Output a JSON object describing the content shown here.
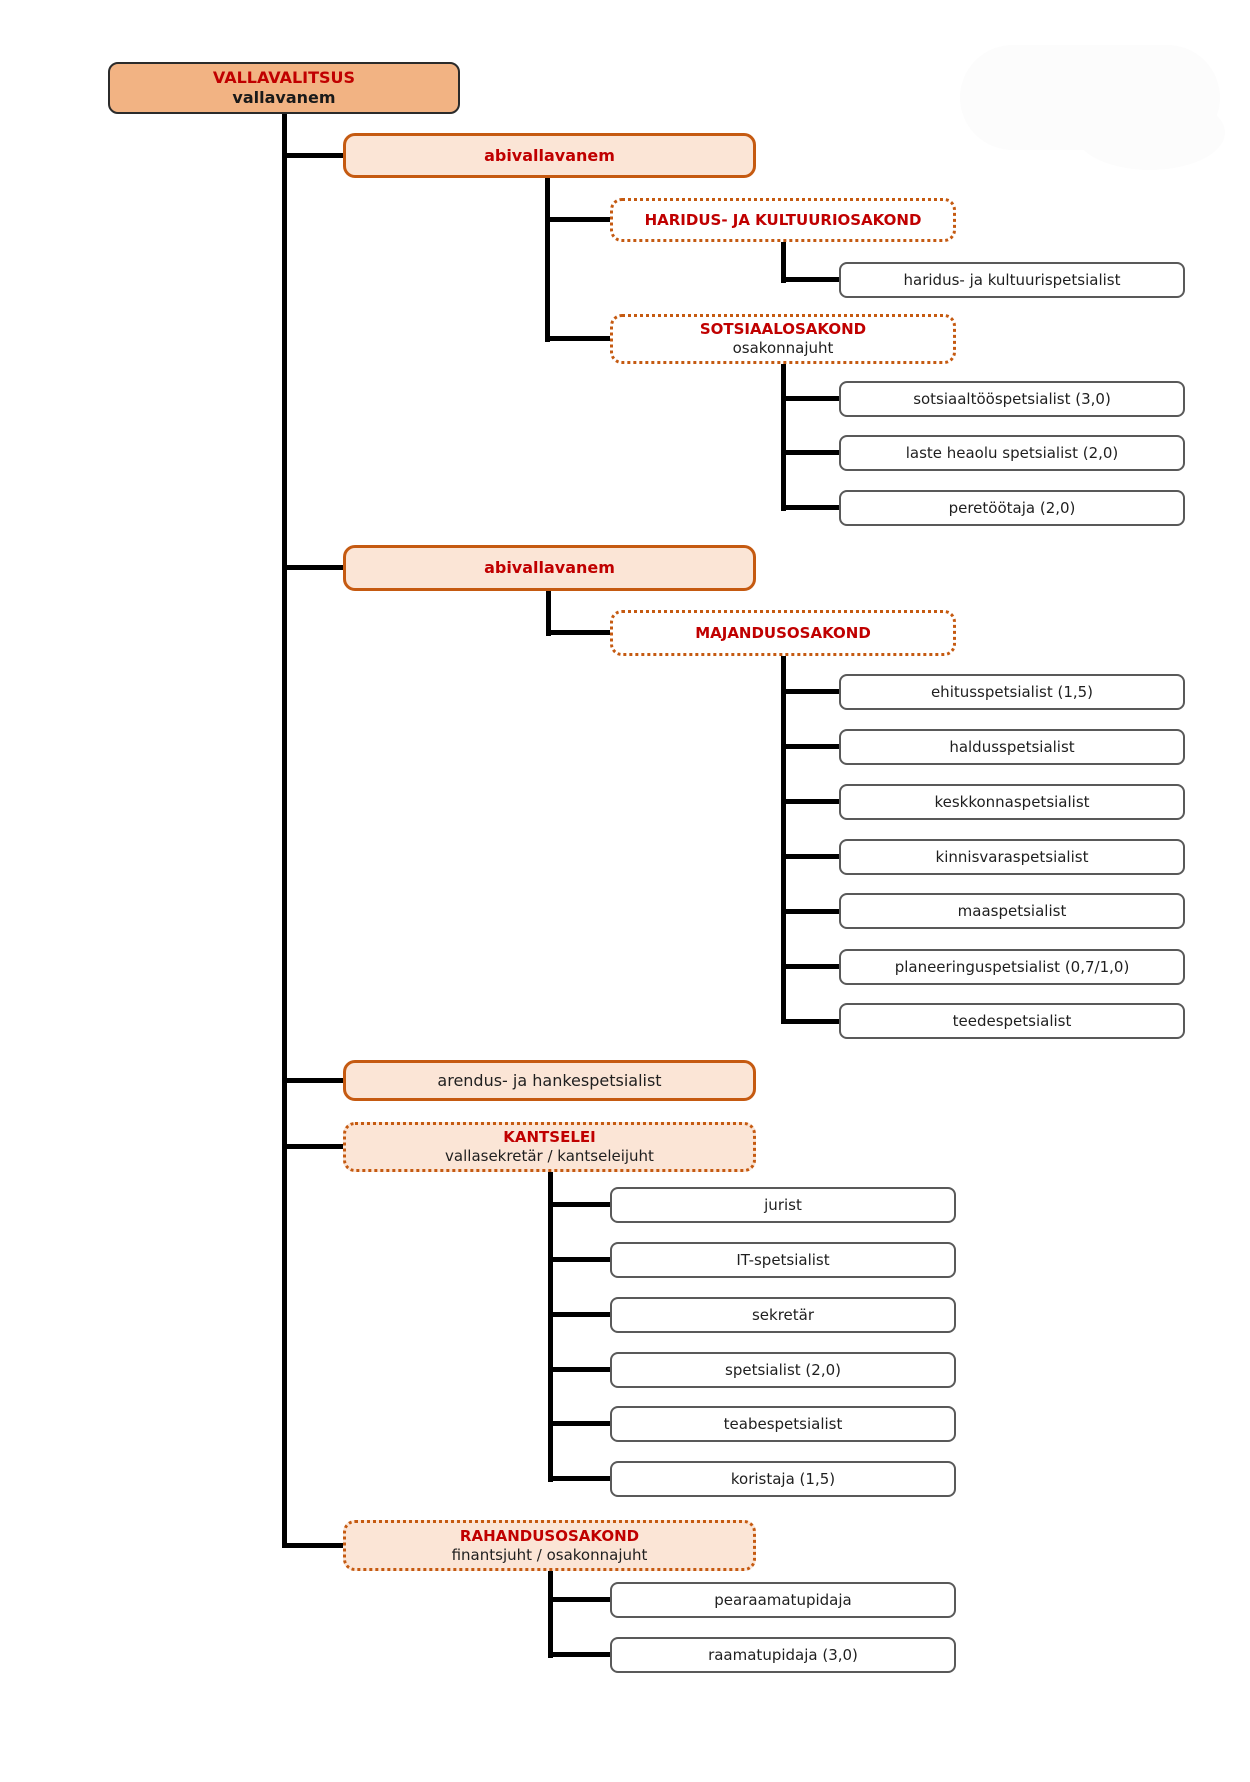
{
  "colors": {
    "accent_orange_border": "#c55a11",
    "root_fill": "#f2b383",
    "peach_fill": "#fbe5d6",
    "title_red": "#c00000",
    "connector_black": "#000000",
    "leaf_border_gray": "#595959"
  },
  "nodes": {
    "root": {
      "title": "VALLAVALITSUS",
      "subtitle": "vallavanem"
    },
    "abivallavanem1": {
      "title": "abivallavanem"
    },
    "haridus": {
      "title": "HARIDUS- JA KULTUURIOSAKOND"
    },
    "haridus_c1": {
      "title": "haridus- ja kultuurispetsialist"
    },
    "sotsiaal": {
      "title": "SOTSIAALOSAKOND",
      "subtitle": "osakonnajuht"
    },
    "sotsiaal_c1": {
      "title": "sotsiaaltööspetsialist (3,0)"
    },
    "sotsiaal_c2": {
      "title": "laste heaolu spetsialist (2,0)"
    },
    "sotsiaal_c3": {
      "title": "peretöötaja (2,0)"
    },
    "abivallavanem2": {
      "title": "abivallavanem"
    },
    "majandus": {
      "title": "MAJANDUSOSAKOND"
    },
    "majandus_c1": {
      "title": "ehitusspetsialist (1,5)"
    },
    "majandus_c2": {
      "title": "haldusspetsialist"
    },
    "majandus_c3": {
      "title": "keskkonnaspetsialist"
    },
    "majandus_c4": {
      "title": "kinnisvaraspetsialist"
    },
    "majandus_c5": {
      "title": "maaspetsialist"
    },
    "majandus_c6": {
      "title": "planeeringuspetsialist (0,7/1,0)"
    },
    "majandus_c7": {
      "title": "teedespetsialist"
    },
    "arendus": {
      "title": "arendus- ja hankespetsialist"
    },
    "kantselei": {
      "title": "KANTSELEI",
      "subtitle": "vallasekretär / kantseleijuht"
    },
    "kantselei_c1": {
      "title": "jurist"
    },
    "kantselei_c2": {
      "title": "IT-spetsialist"
    },
    "kantselei_c3": {
      "title": "sekretär"
    },
    "kantselei_c4": {
      "title": "spetsialist (2,0)"
    },
    "kantselei_c5": {
      "title": "teabespetsialist"
    },
    "kantselei_c6": {
      "title": "koristaja (1,5)"
    },
    "rahandus": {
      "title": "RAHANDUSOSAKOND",
      "subtitle": "finantsjuht / osakonnajuht"
    },
    "rahandus_c1": {
      "title": "pearaamatupidaja"
    },
    "rahandus_c2": {
      "title": "raamatupidaja (3,0)"
    }
  }
}
